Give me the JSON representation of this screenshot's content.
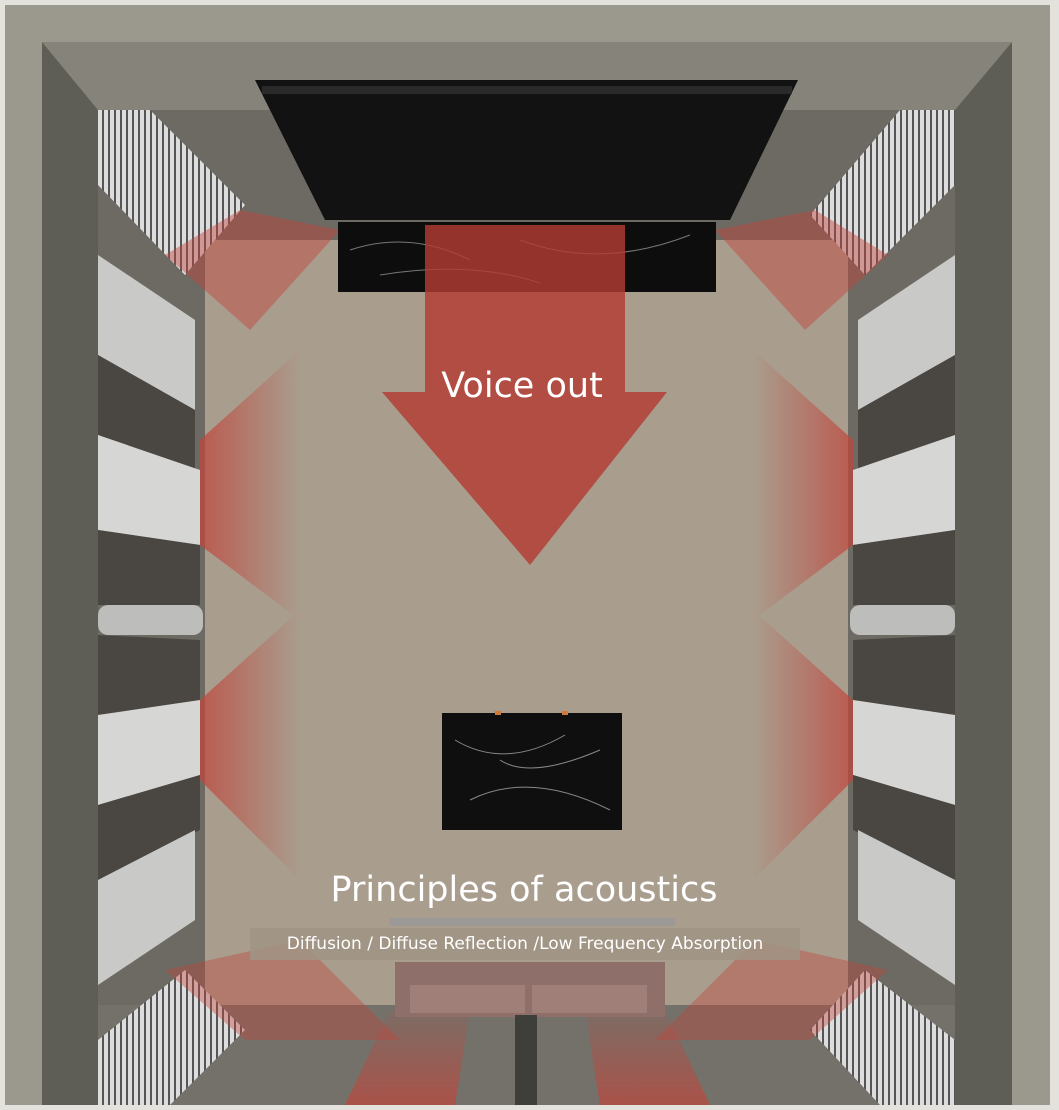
{
  "labels": {
    "voice_out": "Voice out",
    "title": "Principles of acoustics",
    "subtitle": "Diffusion / Diffuse Reflection /Low Frequency Absorption"
  },
  "colors": {
    "wall_outer": "#9b988e",
    "wall_frame": "#5e5e57",
    "floor": "#a99d8d",
    "beam_red": "#c0453b",
    "tv": "#121212"
  }
}
